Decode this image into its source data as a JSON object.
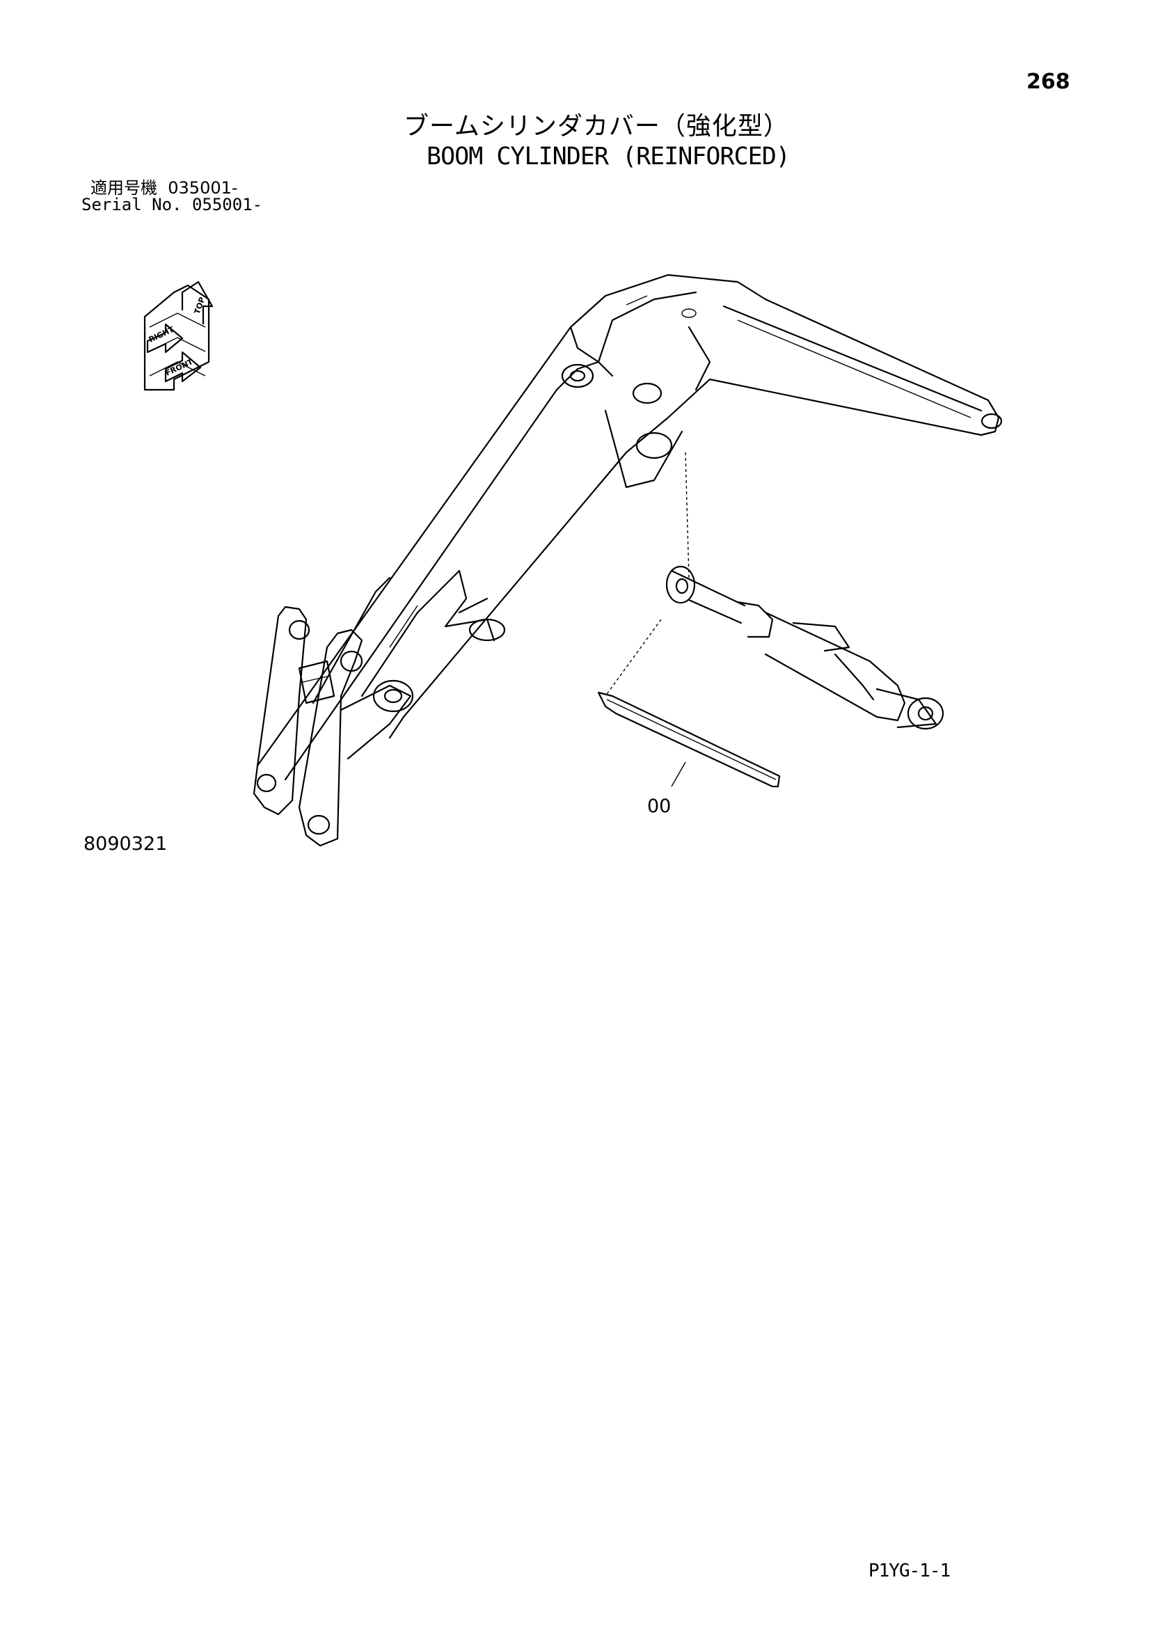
{
  "page_number": "268",
  "title_jp": "ブームシリンダカバー（強化型）",
  "title_en": "BOOM CYLINDER (REINFORCED)",
  "serial": {
    "jp_label": "適用号機",
    "jp_value": "035001-",
    "en_label": "Serial No.",
    "en_value": "055001-"
  },
  "orientation_labels": [
    "TOP",
    "RIGHT",
    "FRONT"
  ],
  "figure_number": "8090321",
  "part_callout": "00",
  "page_code": "P1YG-1-1"
}
